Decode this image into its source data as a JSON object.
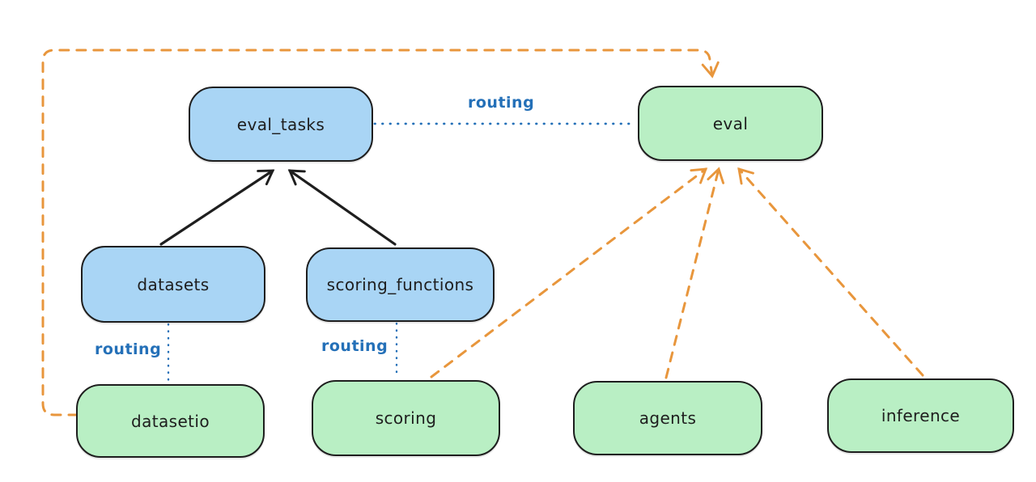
{
  "diagram": {
    "nodes": [
      {
        "id": "eval_tasks",
        "label": "eval_tasks",
        "color_group": "blue"
      },
      {
        "id": "eval",
        "label": "eval",
        "color_group": "green"
      },
      {
        "id": "datasets",
        "label": "datasets",
        "color_group": "blue"
      },
      {
        "id": "scoring_functions",
        "label": "scoring_functions",
        "color_group": "blue"
      },
      {
        "id": "datasetio",
        "label": "datasetio",
        "color_group": "green"
      },
      {
        "id": "scoring",
        "label": "scoring",
        "color_group": "green"
      },
      {
        "id": "agents",
        "label": "agents",
        "color_group": "green"
      },
      {
        "id": "inference",
        "label": "inference",
        "color_group": "green"
      }
    ],
    "edges": [
      {
        "from": "datasets",
        "to": "eval_tasks",
        "style": "solid",
        "color": "#1e1e1e",
        "arrow": true
      },
      {
        "from": "scoring_functions",
        "to": "eval_tasks",
        "style": "solid",
        "color": "#1e1e1e",
        "arrow": true
      },
      {
        "from": "eval_tasks",
        "to": "eval",
        "style": "dotted",
        "color": "#2470b8",
        "label": "routing",
        "arrow": false
      },
      {
        "from": "datasets",
        "to": "datasetio",
        "style": "dotted",
        "color": "#2470b8",
        "label": "routing",
        "arrow": false
      },
      {
        "from": "scoring_functions",
        "to": "scoring",
        "style": "dotted",
        "color": "#2470b8",
        "label": "routing",
        "arrow": false
      },
      {
        "from": "datasetio",
        "to": "eval",
        "style": "dashed",
        "color": "#e8963c",
        "arrow": true
      },
      {
        "from": "scoring",
        "to": "eval",
        "style": "dashed",
        "color": "#e8963c",
        "arrow": true
      },
      {
        "from": "agents",
        "to": "eval",
        "style": "dashed",
        "color": "#e8963c",
        "arrow": true
      },
      {
        "from": "inference",
        "to": "eval",
        "style": "dashed",
        "color": "#e8963c",
        "arrow": true
      }
    ],
    "edge_labels": [
      {
        "text": "routing"
      },
      {
        "text": "routing"
      },
      {
        "text": "routing"
      }
    ],
    "colors": {
      "blue_fill": "#a9d5f5",
      "green_fill": "#b9efc4",
      "node_stroke": "#1e1e1e",
      "routing_blue": "#2470b8",
      "orange": "#e8963c",
      "background": "#ffffff"
    }
  }
}
